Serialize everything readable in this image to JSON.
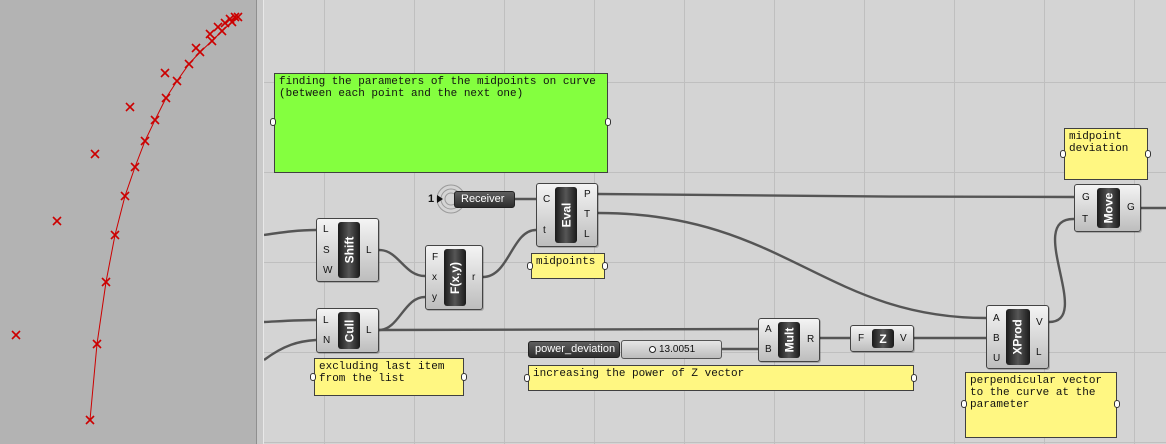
{
  "colors": {
    "viewport_bg": "#b3b3b3",
    "curve": "#cc0000",
    "canvas_bg": "#d4d4d4",
    "panel_yellow": "#fff782",
    "panel_green": "#84ff3f",
    "wire": "#555555"
  },
  "panels": {
    "midpoints_params": "finding the parameters of the midpoints on curve\n(between each point and the next one)",
    "midpoint_deviation": "midpoint\ndeviation",
    "midpoints": "midpoints",
    "excluding_last": "excluding last item\nfrom the list",
    "increasing_power": "increasing the power of Z vector",
    "perpendicular": "perpendicular vector\nto the curve at the\nparameter"
  },
  "receiver": {
    "label": "Receiver",
    "count": "1"
  },
  "slider": {
    "name": "power_deviation",
    "value": "13.0051"
  },
  "components": {
    "shift": {
      "label": "Shift",
      "inputs": [
        "L",
        "S",
        "W"
      ],
      "outputs": [
        "L"
      ]
    },
    "fxy": {
      "label": "F(x,y)",
      "inputs": [
        "F",
        "x",
        "y"
      ],
      "outputs": [
        "r"
      ]
    },
    "eval": {
      "label": "Eval",
      "inputs": [
        "C",
        "t"
      ],
      "outputs": [
        "P",
        "T",
        "L"
      ]
    },
    "cull": {
      "label": "Cull",
      "inputs": [
        "L",
        "N"
      ],
      "outputs": [
        "L"
      ]
    },
    "mult": {
      "label": "Mult",
      "inputs": [
        "A",
        "B"
      ],
      "outputs": [
        "R"
      ]
    },
    "z": {
      "label": "Z",
      "inputs": [
        "F"
      ],
      "outputs": [
        "V"
      ]
    },
    "xprod": {
      "label": "XProd",
      "inputs": [
        "A",
        "B",
        "U"
      ],
      "outputs": [
        "V",
        "L"
      ]
    },
    "move": {
      "label": "Move",
      "inputs": [
        "G",
        "T"
      ],
      "outputs": [
        "G"
      ]
    }
  },
  "icons": {
    "curve_point": "x-marker-icon",
    "receiver": "receiver-antenna-icon",
    "slider_knob": "slider-knob-icon"
  }
}
